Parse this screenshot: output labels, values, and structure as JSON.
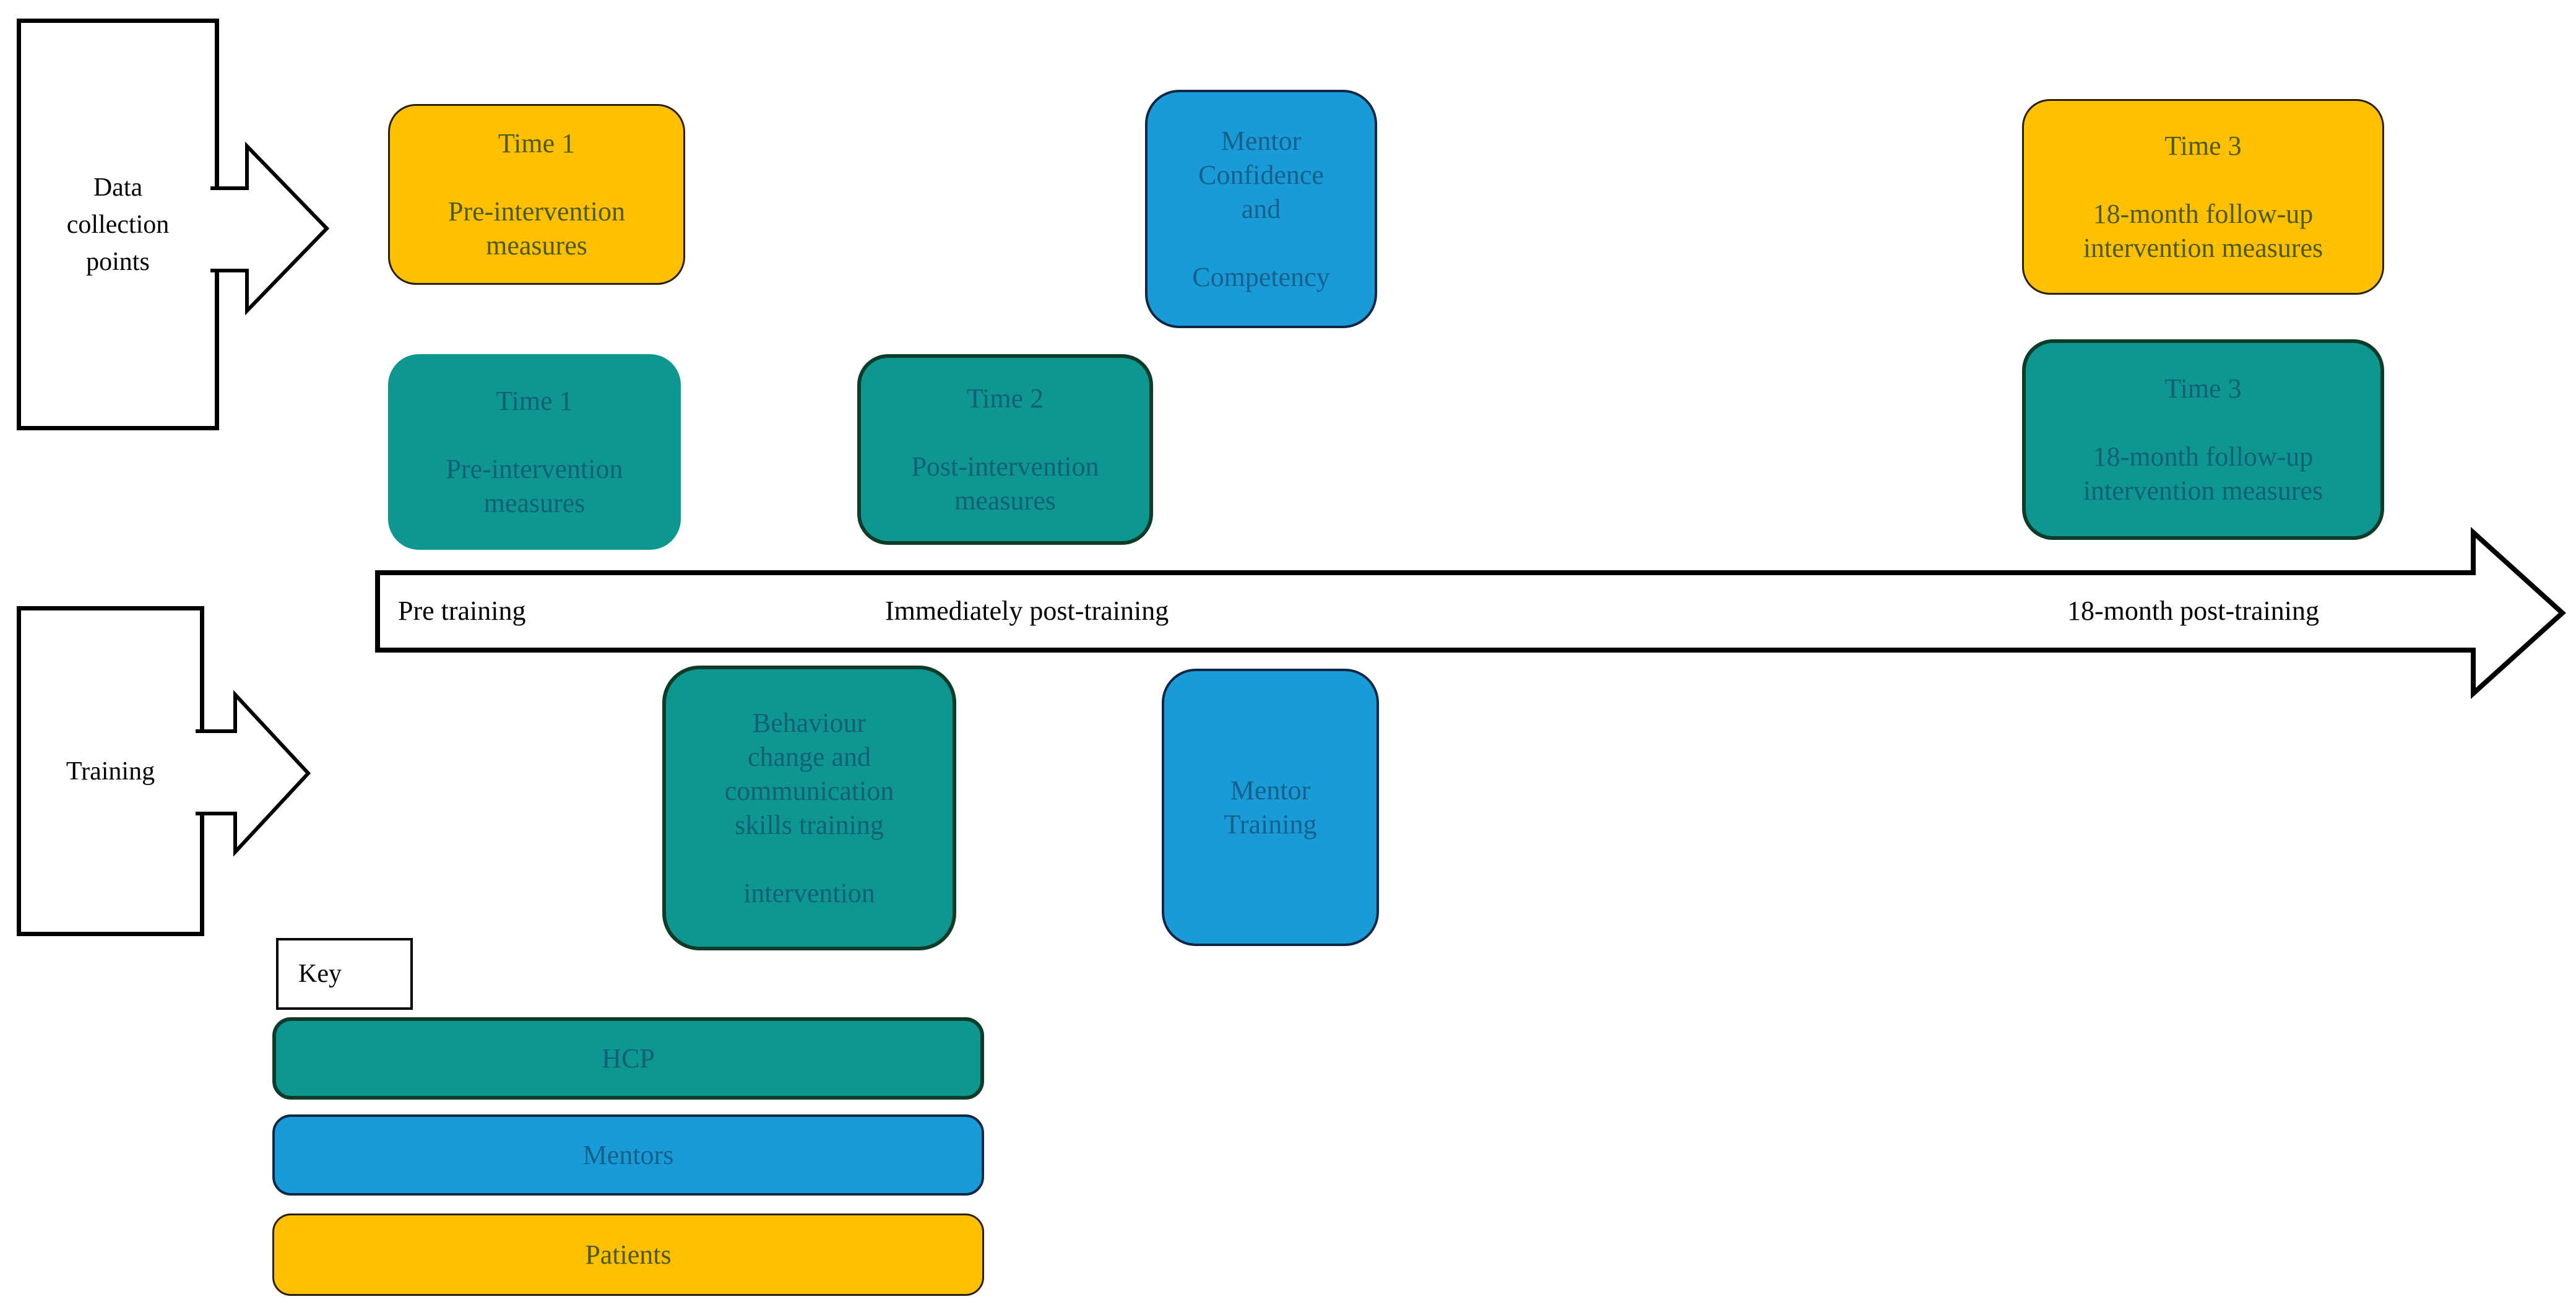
{
  "left_labels": {
    "data_collection_lines": [
      "Data",
      "collection",
      "points"
    ],
    "training": "Training"
  },
  "timeline": {
    "pre_label": "Pre training",
    "post_label": "Immediately post-training",
    "followup_label": "18-month post-training",
    "direction_icon": "right-block-arrow"
  },
  "boxes": {
    "patients_time1": {
      "lines": [
        "Time 1",
        "",
        "Pre-intervention",
        "measures"
      ]
    },
    "hcp_time1": {
      "lines": [
        "Time 1",
        "",
        "Pre-intervention",
        "measures"
      ]
    },
    "hcp_time2": {
      "lines": [
        "Time 2",
        "",
        "Post-intervention",
        "measures"
      ]
    },
    "mentor_confidence": {
      "lines": [
        "Mentor",
        "Confidence",
        "and",
        "",
        "Competency"
      ]
    },
    "patients_time3": {
      "lines": [
        "Time 3",
        "",
        "18-month follow-up",
        "intervention measures"
      ]
    },
    "hcp_time3": {
      "lines": [
        "Time 3",
        "",
        "18-month follow-up",
        "intervention measures"
      ]
    },
    "hcp_intervention": {
      "lines": [
        "Behaviour",
        "change and",
        "communication",
        "skills training",
        "",
        "intervention"
      ]
    },
    "mentor_training": {
      "lines": [
        "Mentor",
        "Training"
      ]
    }
  },
  "key": {
    "title": "Key",
    "entries": [
      {
        "label": "HCP",
        "fill": "#0e9690"
      },
      {
        "label": "Mentors",
        "fill": "#189bd6"
      },
      {
        "label": "Patients",
        "fill": "#fec000"
      }
    ]
  },
  "colors": {
    "hcp_fill": "#0e9690",
    "hcp_border": "#0d3d28",
    "hcp_text": "#136076",
    "mentor_fill": "#189bd6",
    "mentor_border": "#0d2746",
    "mentor_text": "#17608c",
    "patient_fill": "#fec000",
    "patient_border": "#2a2000",
    "patient_text": "#4e5a14",
    "outline": "#000000",
    "background": "#ffffff"
  }
}
